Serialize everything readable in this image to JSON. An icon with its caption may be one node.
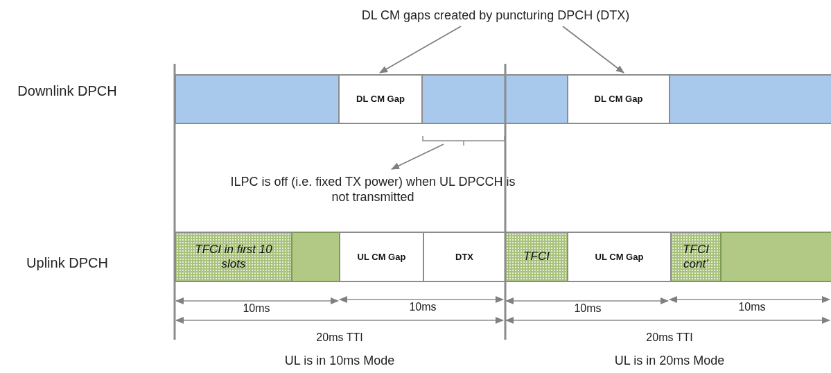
{
  "diagram": {
    "nodes": [
      {
        "text": [
          "DL CM gaps created by puncturing DPCH (DTX)"
        ]
      },
      {
        "text": [],
        "shape": "bar"
      },
      {
        "text": [
          "DL CM Gap"
        ]
      },
      {
        "text": [],
        "shape": "bar"
      },
      {
        "text": [],
        "shape": "bar"
      },
      {
        "text": [
          "DL CM Gap"
        ]
      },
      {
        "text": [],
        "shape": "bar"
      },
      {
        "text": [
          "ILPC is off (i.e. fixed TX power) when UL DPCCH is not transmitted"
        ]
      },
      {
        "text": [
          "TFCI in first 10 slots"
        ]
      },
      {
        "text": [],
        "shape": "bar"
      },
      {
        "text": [
          "UL CM Gap"
        ]
      },
      {
        "text": [
          "DTX"
        ]
      },
      {
        "text": [
          "TFCI"
        ]
      },
      {
        "text": [
          "UL CM Gap"
        ]
      },
      {
        "text": [
          "TFCI cont’"
        ]
      },
      {
        "text": [],
        "shape": "bar"
      }
    ],
    "edges": [
      {
        "from": 0,
        "to": 2,
        "arrow": "to"
      },
      {
        "from": 0,
        "to": 5,
        "arrow": "to"
      },
      {
        "from": 3,
        "to": 7,
        "arrow": "to"
      }
    ],
    "labels": [
      "Downlink DPCH",
      "Uplink DPCH",
      "10ms",
      "10ms",
      "10ms",
      "10ms",
      "20ms TTI",
      "20ms TTI",
      "UL is in 10ms Mode",
      "UL is in 20ms Mode"
    ]
  }
}
